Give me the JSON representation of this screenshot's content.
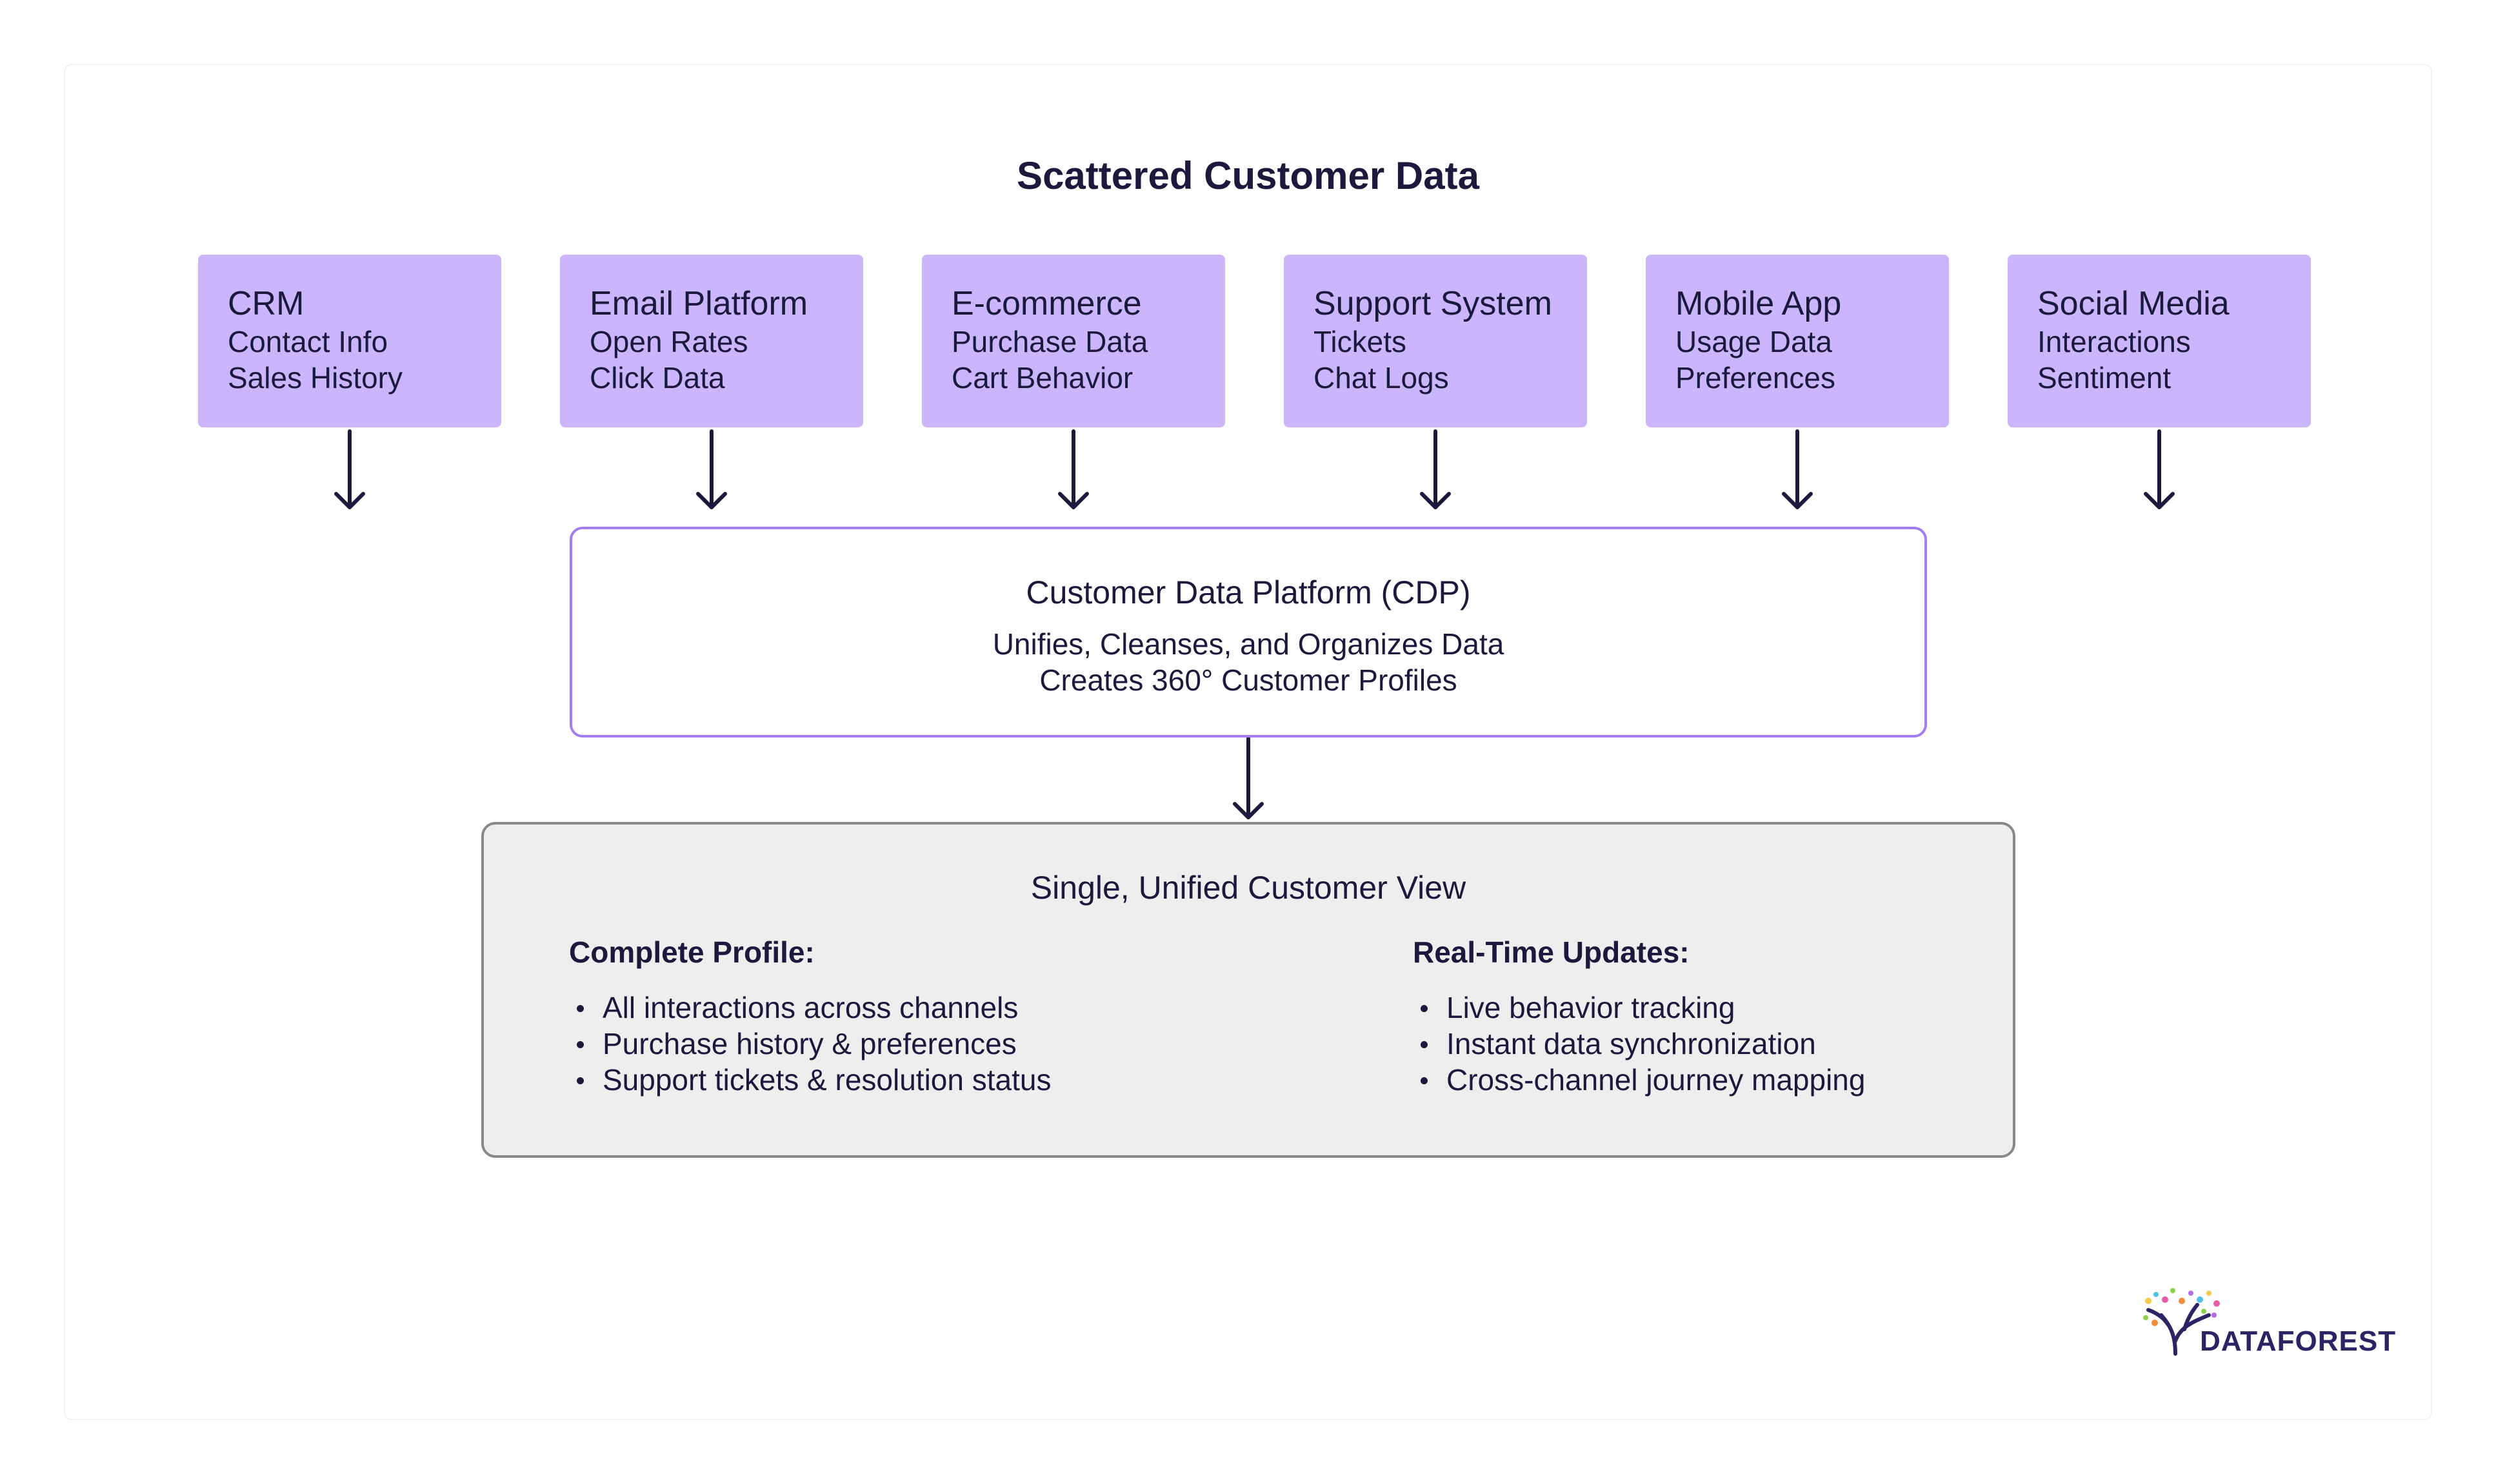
{
  "diagram": {
    "title": "Scattered Customer Data",
    "sources": [
      {
        "title": "CRM",
        "lines": [
          "Contact Info",
          "Sales History"
        ]
      },
      {
        "title": "Email Platform",
        "lines": [
          "Open Rates",
          "Click Data"
        ]
      },
      {
        "title": "E-commerce",
        "lines": [
          "Purchase Data",
          "Cart Behavior"
        ]
      },
      {
        "title": "Support System",
        "lines": [
          "Tickets",
          "Chat Logs"
        ]
      },
      {
        "title": "Mobile App",
        "lines": [
          "Usage Data",
          "Preferences"
        ]
      },
      {
        "title": "Social Media",
        "lines": [
          "Interactions",
          "Sentiment"
        ]
      }
    ],
    "cdp": {
      "title": "Customer Data Platform (CDP)",
      "lines": [
        "Unifies, Cleanses, and Organizes Data",
        "Creates 360° Customer Profiles"
      ]
    },
    "unified_view": {
      "title": "Single, Unified Customer View",
      "left": {
        "heading": "Complete Profile:",
        "items": [
          "All interactions across channels",
          "Purchase history & preferences",
          "Support tickets & resolution status"
        ]
      },
      "right": {
        "heading": "Real-Time Updates:",
        "items": [
          "Live behavior tracking",
          "Instant data synchronization",
          "Cross-channel journey mapping"
        ]
      }
    }
  },
  "branding": {
    "logo_text": "DATAFOREST"
  },
  "colors": {
    "source_fill": "#cbb5fd",
    "cdp_border": "#a37df3",
    "view_fill": "#eeeeee",
    "view_border": "#888888",
    "text": "#1b1a3d",
    "logo_text": "#2a2464"
  }
}
